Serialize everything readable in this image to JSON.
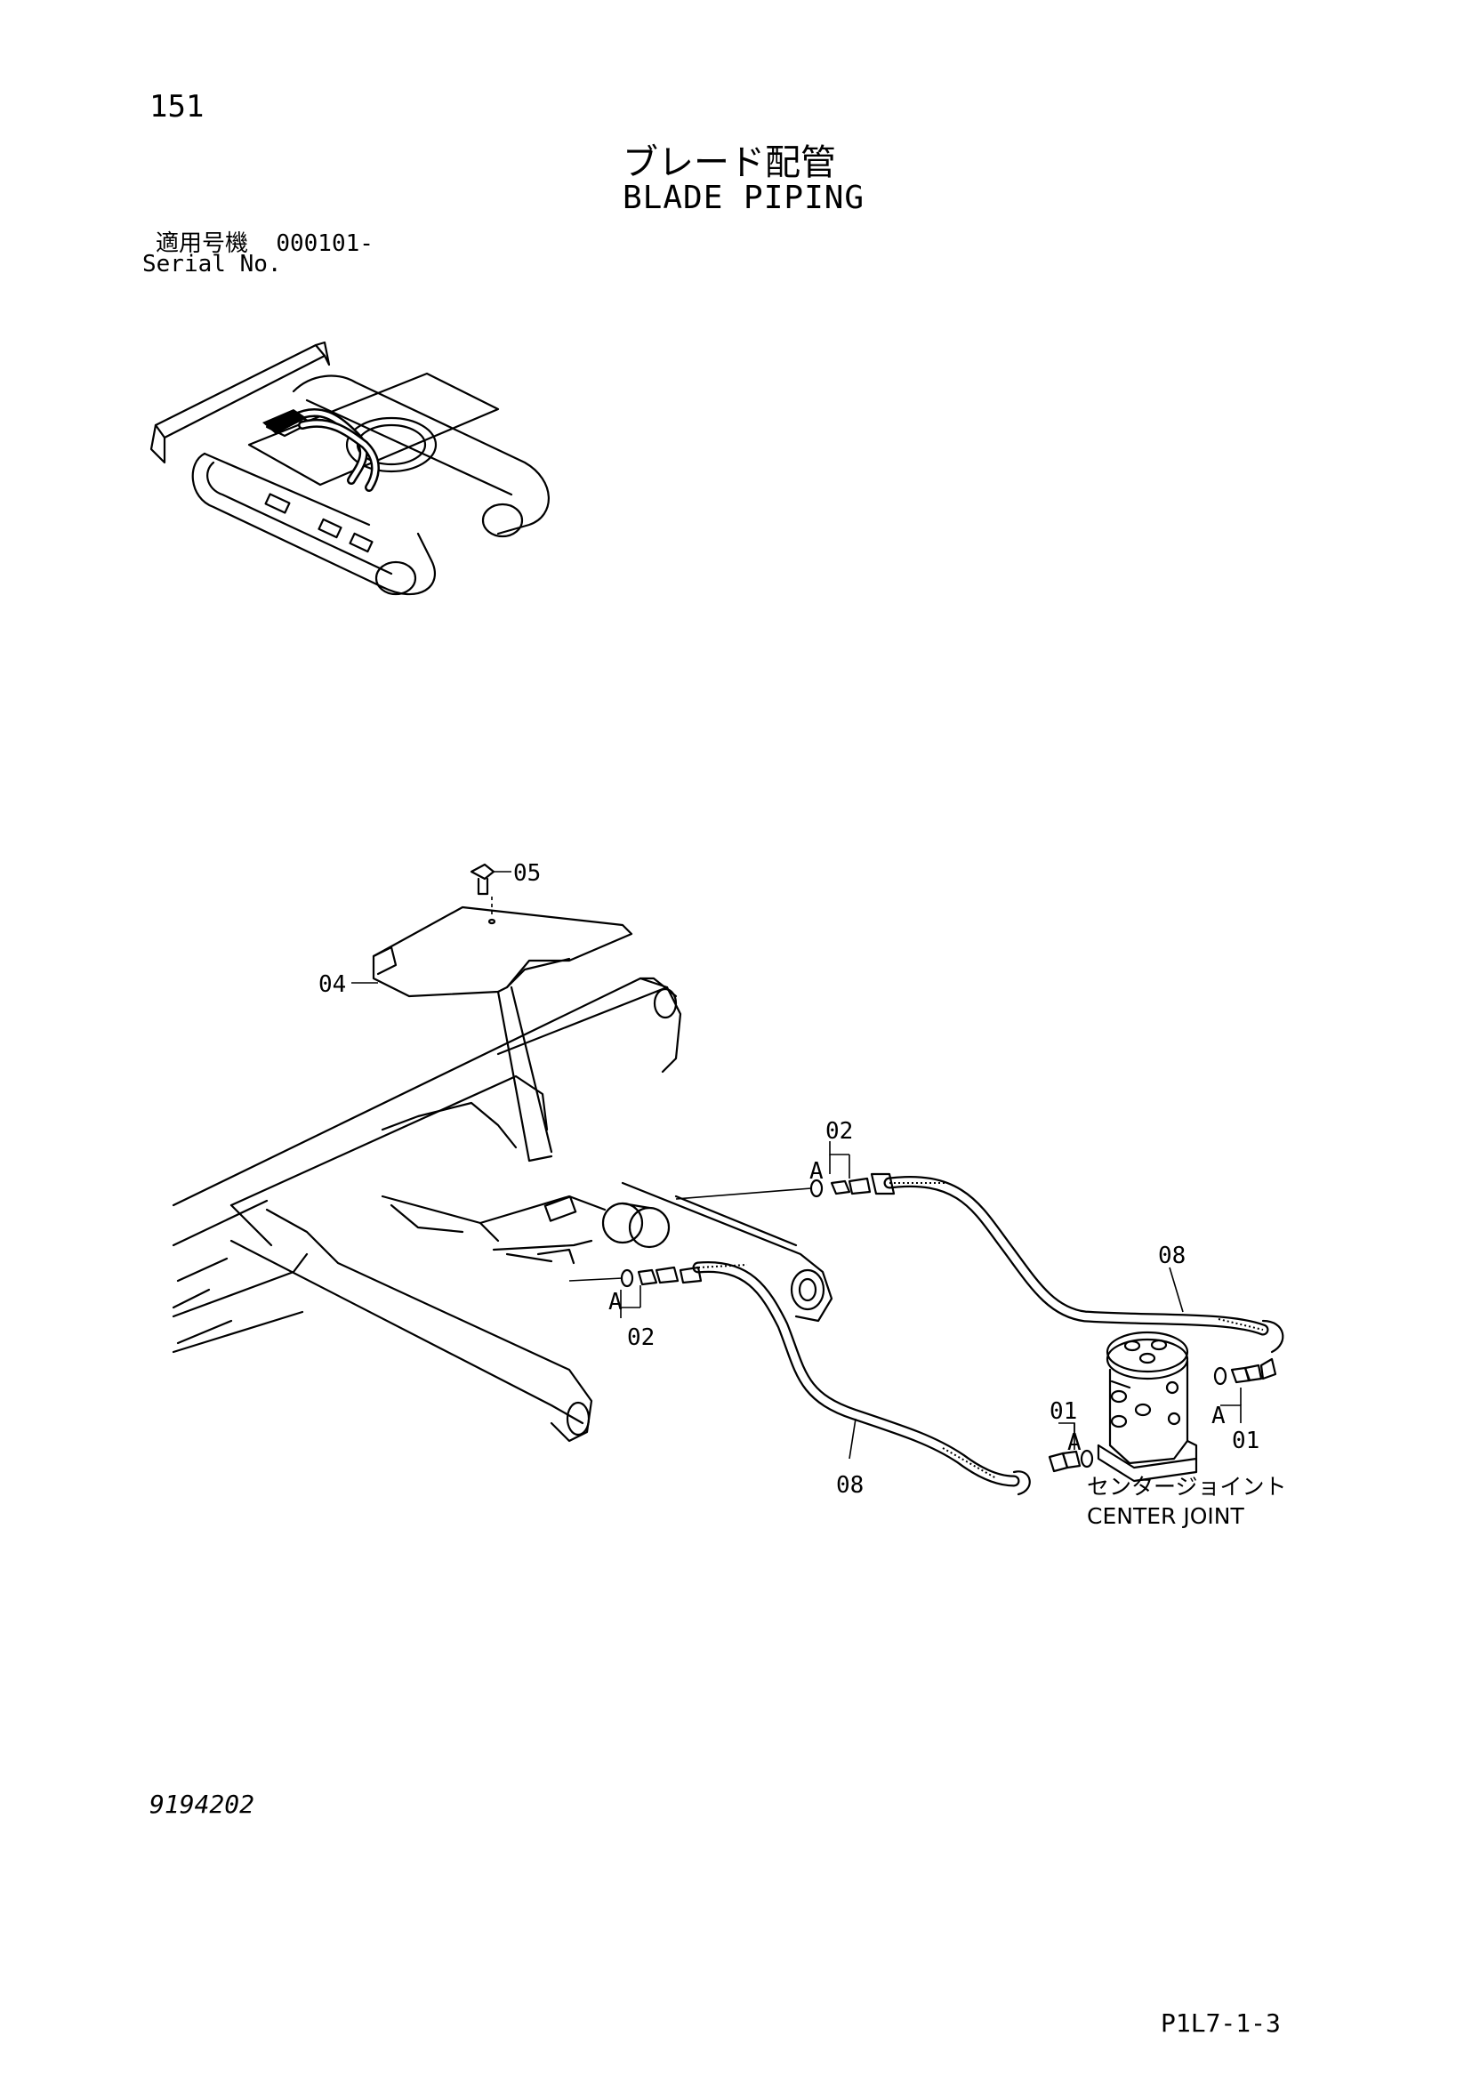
{
  "header": {
    "page_number": "151",
    "title_ja": "ブレード配管",
    "title_en": "BLADE PIPING",
    "serial_label_ja": "適用号機",
    "serial_value": "000101-",
    "serial_label_en": "Serial No."
  },
  "callouts": {
    "bolt": "05",
    "cover": "04",
    "fitting_upper": "02",
    "fitting_lower": "02",
    "hose_upper": "08",
    "hose_lower": "08",
    "adapter_left": "01",
    "adapter_right": "01",
    "section_a_1": "A",
    "section_a_2": "A",
    "section_a_3": "A",
    "section_a_4": "A"
  },
  "component_label": {
    "ja": "センタージョイント",
    "en": "CENTER JOINT"
  },
  "footer": {
    "drawing_code": "9194202",
    "sheet_ref": "P1L7-1-3"
  }
}
